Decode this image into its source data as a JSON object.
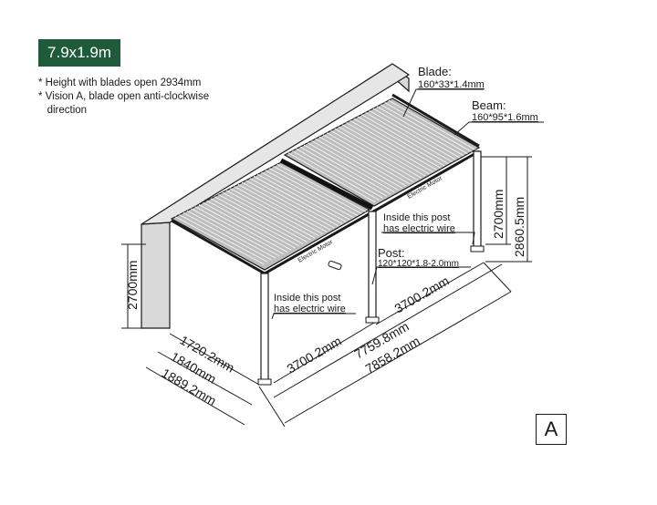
{
  "badge": "7.9x1.9m",
  "notes": [
    "* Height with blades open 2934mm",
    "* Vision A, blade open anti-clockwise",
    "   direction"
  ],
  "labels": {
    "blade_title": "Blade:",
    "blade_spec": "160*33*1.4mm",
    "beam_title": "Beam:",
    "beam_spec": "160*95*1.6mm",
    "post_title": "Post:",
    "post_spec": "120*120*1.8-2.0mm",
    "wire_right_line1": "Inside this post",
    "wire_right_line2": "has electric wire",
    "wire_left_line1": "Inside this post",
    "wire_left_line2": "has electric wire",
    "motor_left": "Electric Motor",
    "motor_right": "Electric Motor"
  },
  "dimensions": {
    "height_left": "2700mm",
    "height_right_post": "2700mm",
    "height_right_total": "2860.5mm",
    "depth_1": "1720.2mm",
    "depth_2": "1840mm",
    "depth_3": "1889.2mm",
    "span_left": "3700.2mm",
    "span_right": "3700.2mm",
    "length_1": "7759.8mm",
    "length_2": "7858.2mm"
  },
  "view_letter": "A",
  "colors": {
    "badge": "#1f5a3a",
    "line": "#1a1a1a",
    "wall": "#d9d9d9",
    "roof": "#bdbdbd"
  }
}
